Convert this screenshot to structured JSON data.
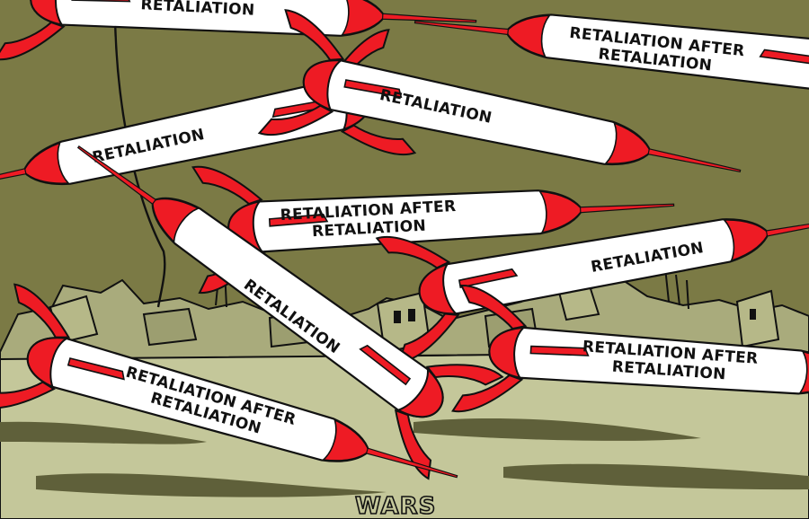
{
  "colors": {
    "sky": "#7b7a45",
    "ground": "#c4c79a",
    "ground_shadow": "#5f603a",
    "rubble": "#a9ab7c",
    "missile_body": "#ffffff",
    "missile_red": "#ee1b24",
    "outline": "#111111"
  },
  "labels": {
    "retaliation": "RETALIATION",
    "retaliation_after": "RETALIATION AFTER",
    "retaliation_second_line": "RETALIATION"
  },
  "signature": "WARS",
  "icons": {
    "missile": "missile-icon",
    "rubble": "rubble-icon",
    "signature": "artist-signature"
  }
}
